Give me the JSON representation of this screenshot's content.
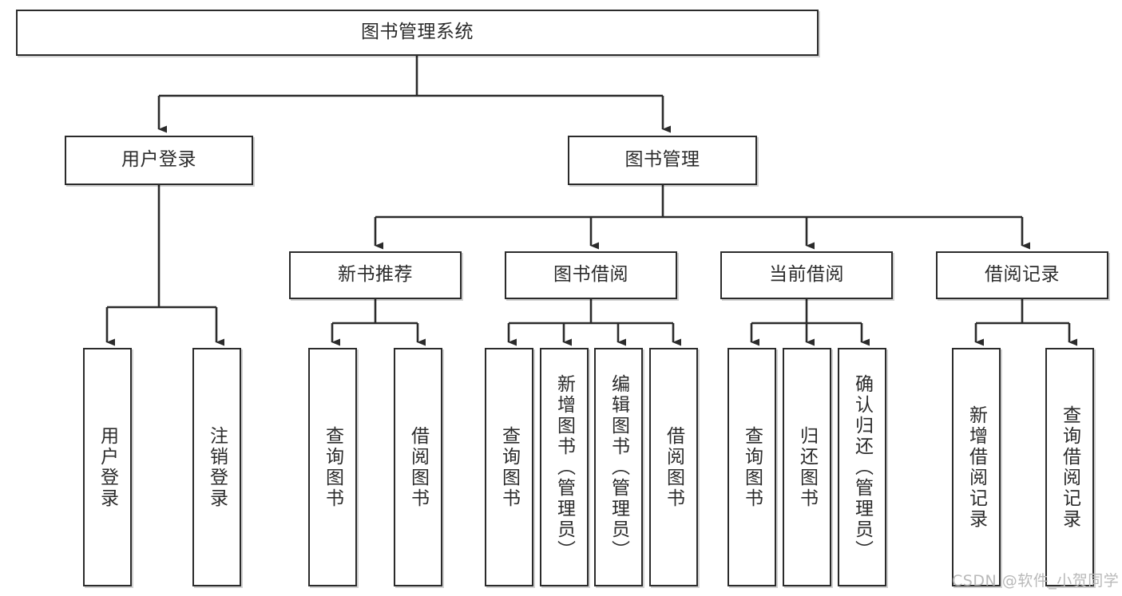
{
  "diagram": {
    "type": "tree",
    "title": "图书管理系统",
    "orientation": "top-down",
    "line_color": "#2b2b2b",
    "box_fill": "#ffffff",
    "text_color": "#2b2b2b"
  },
  "nodes": {
    "root": {
      "label": "图书管理系统",
      "level": 0
    },
    "l1": [
      {
        "id": "user_login",
        "label": "用户登录",
        "level": 1
      },
      {
        "id": "book_mgmt",
        "label": "图书管理",
        "level": 1
      }
    ],
    "l2": [
      {
        "id": "new_book_rec",
        "label": "新书推荐",
        "level": 2,
        "parent": "book_mgmt"
      },
      {
        "id": "book_borrow",
        "label": "图书借阅",
        "level": 2,
        "parent": "book_mgmt"
      },
      {
        "id": "current_borrow",
        "label": "当前借阅",
        "level": 2,
        "parent": "book_mgmt"
      },
      {
        "id": "borrow_record",
        "label": "借阅记录",
        "level": 2,
        "parent": "book_mgmt"
      }
    ],
    "leaves": [
      {
        "id": "leaf_user_login",
        "label": "用户登录",
        "parent": "user_login"
      },
      {
        "id": "leaf_user_logout",
        "label": "注销登录",
        "parent": "user_login"
      },
      {
        "id": "leaf_query_book_1",
        "label": "查询图书",
        "parent": "new_book_rec"
      },
      {
        "id": "leaf_borrow_book_1",
        "label": "借阅图书",
        "parent": "new_book_rec"
      },
      {
        "id": "leaf_query_book_2",
        "label": "查询图书",
        "parent": "book_borrow"
      },
      {
        "id": "leaf_add_book",
        "label": "新增图书（管理员）",
        "parent": "book_borrow"
      },
      {
        "id": "leaf_edit_book",
        "label": "编辑图书（管理员）",
        "parent": "book_borrow"
      },
      {
        "id": "leaf_borrow_book_2",
        "label": "借阅图书",
        "parent": "book_borrow"
      },
      {
        "id": "leaf_query_book_3",
        "label": "查询图书",
        "parent": "current_borrow"
      },
      {
        "id": "leaf_return_book",
        "label": "归还图书",
        "parent": "current_borrow"
      },
      {
        "id": "leaf_confirm_return",
        "label": "确认归还（管理员）",
        "parent": "current_borrow"
      },
      {
        "id": "leaf_add_record",
        "label": "新增借阅记录",
        "parent": "borrow_record"
      },
      {
        "id": "leaf_query_record",
        "label": "查询借阅记录",
        "parent": "borrow_record"
      }
    ]
  },
  "watermark": {
    "text": "CSDN @软件_小贺同学"
  }
}
